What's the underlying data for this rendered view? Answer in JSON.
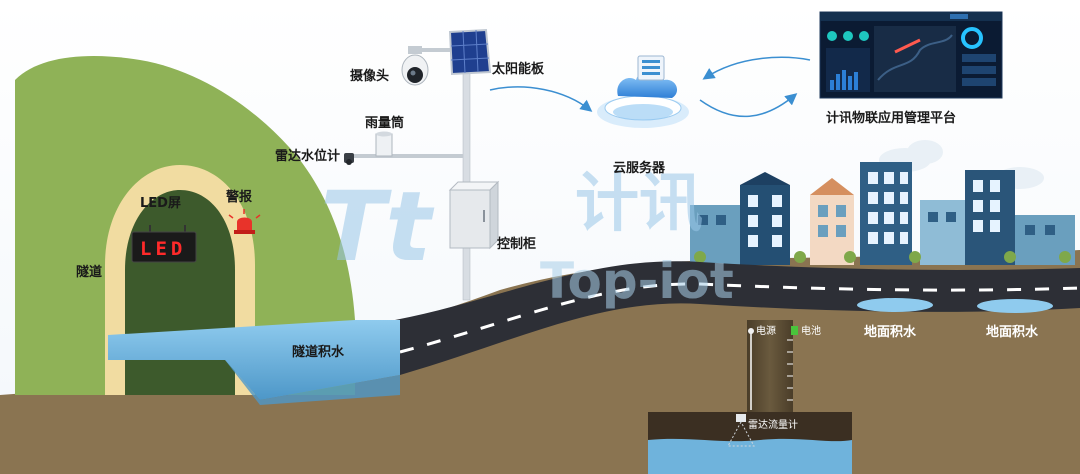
{
  "labels": {
    "camera": "摄像头",
    "solar_panel": "太阳能板",
    "rain_gauge": "雨量筒",
    "radar_level": "雷达水位计",
    "led_screen": "LED屏",
    "alarm": "警报",
    "tunnel": "隧道",
    "control_cabinet": "控制柜",
    "tunnel_water": "隧道积水",
    "cloud_server": "云服务器",
    "platform": "计讯物联应用管理平台",
    "ground_water_1": "地面积水",
    "ground_water_2": "地面积水",
    "power": "电源",
    "battery": "电池",
    "radar_flow": "雷达流量计"
  },
  "led_text": "LED",
  "watermark": {
    "cn": "计讯",
    "en": "Top-iot"
  },
  "colors": {
    "hill": "#8fb257",
    "soil": "#8a7451",
    "road": "#2d2f36",
    "water": "#6fb3dc",
    "accent": "#3b8fd1"
  }
}
